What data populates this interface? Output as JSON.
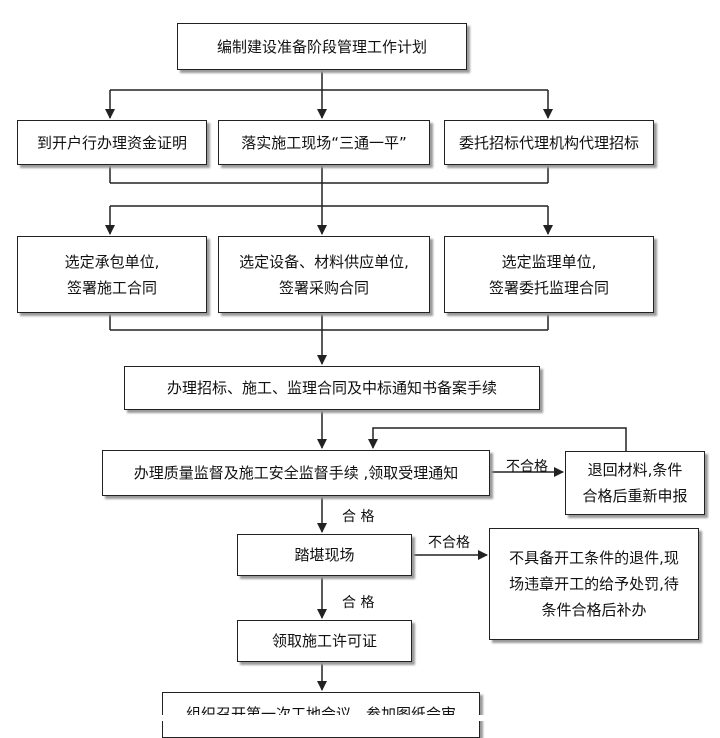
{
  "steps": {
    "plan": "编制建设准备阶段管理工作计划",
    "funds": "到开户行办理资金证明",
    "site_prep": "落实施工现场“三通一平”",
    "agency": "委托招标代理机构代理招标",
    "contractor": [
      "选定承包单位,",
      "签署施工合同"
    ],
    "supplier": [
      "选定设备、材料供应单位,",
      "签署采购合同"
    ],
    "supervisor": [
      "选定监理单位,",
      "签署委托监理合同"
    ],
    "filing": "办理招标、施工、监理合同及中标通知书备案手续",
    "supervision": "办理质量监督及施工安全监督手续 ,领取受理通知",
    "return_materials": [
      "退回材料,条件",
      "合格后重新申报"
    ],
    "site_survey": "踏堪现场",
    "not_ready": [
      "不具备开工条件的退件,现",
      "场违章开工的给予处罚,待",
      "条件合格后补办"
    ],
    "permit": "领取施工许可证",
    "meeting": "组织召开第一次工地会议、参加图纸会审"
  },
  "labels": {
    "fail_1": "不合格",
    "pass_1": "合 格",
    "fail_2": "不合格",
    "pass_2": "合 格"
  },
  "colors": {
    "line": "#222222",
    "shadow": "#9a9a9a",
    "background": "#ffffff"
  }
}
